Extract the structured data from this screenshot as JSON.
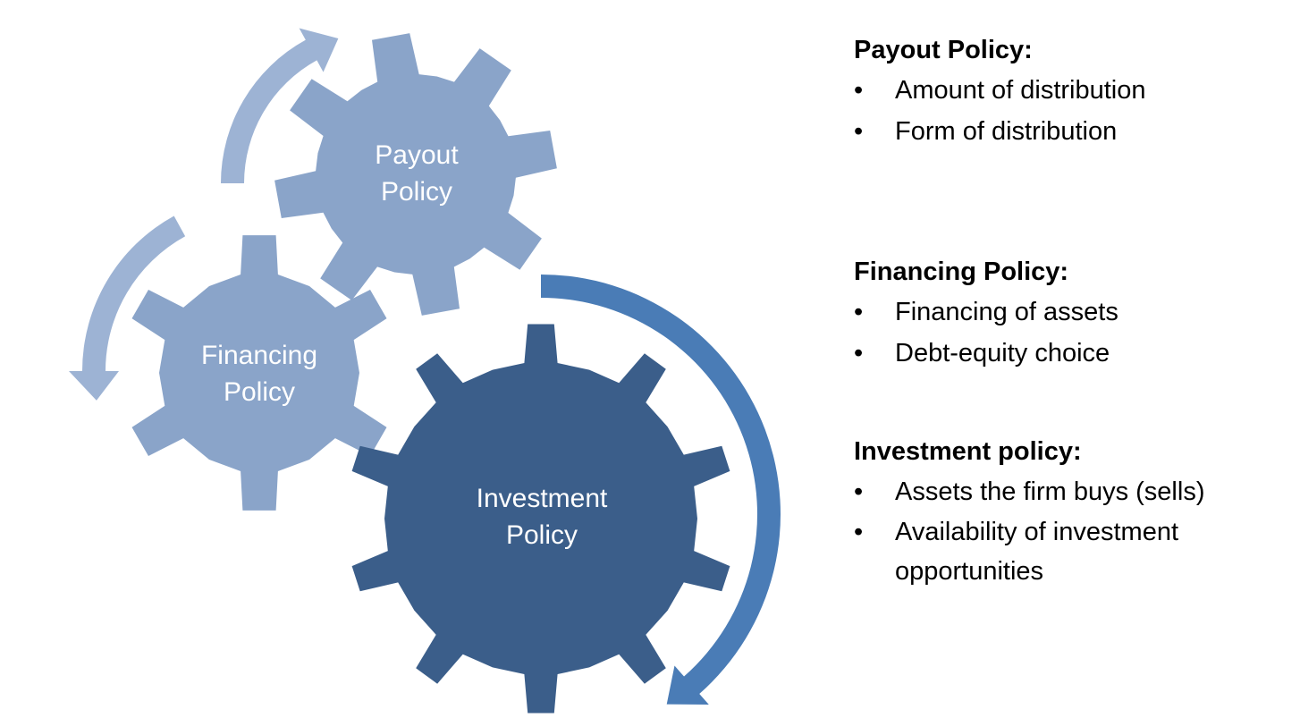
{
  "gears": [
    {
      "id": "payout",
      "lines": [
        "Payout",
        "Policy"
      ],
      "color": "#8AA4C9"
    },
    {
      "id": "financing",
      "lines": [
        "Financing",
        "Policy"
      ],
      "color": "#8AA4C9"
    },
    {
      "id": "investment",
      "lines": [
        "Investment",
        "Policy"
      ],
      "color": "#3B5E8A"
    }
  ],
  "arrows": {
    "light": "#9DB3D4",
    "dark": "#4A7CB6"
  },
  "sections": [
    {
      "title": "Payout Policy:",
      "items": [
        "Amount of distribution",
        "Form of distribution"
      ]
    },
    {
      "title": "Financing Policy:",
      "items": [
        "Financing of assets",
        "Debt-equity choice"
      ]
    },
    {
      "title": "Investment policy:",
      "items": [
        "Assets the firm buys (sells)",
        "Availability of investment opportunities"
      ]
    }
  ],
  "bullet": "•"
}
